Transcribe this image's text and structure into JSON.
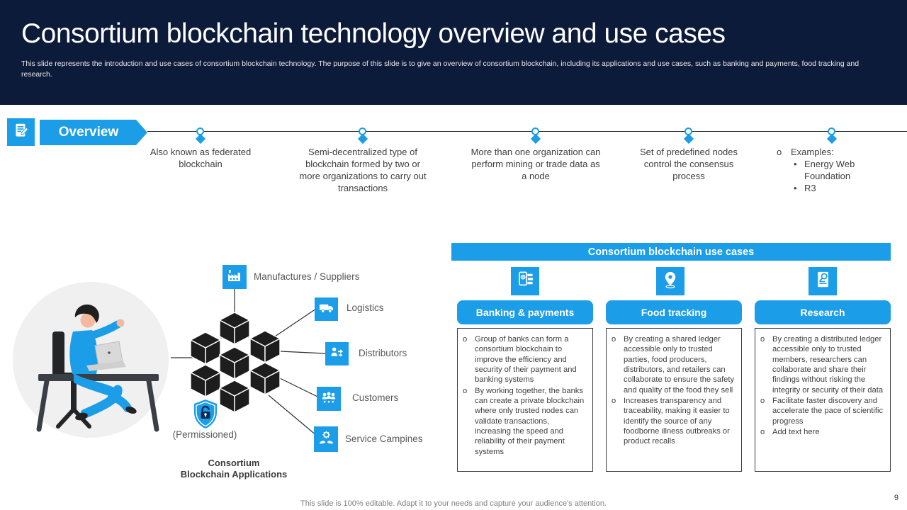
{
  "colors": {
    "accent_blue": "#1B9DE8",
    "header_navy": "#0D1B3A",
    "label_gray": "#595959",
    "body_text": "#3F3F3F",
    "cube_black": "#1D1D1D"
  },
  "header": {
    "title": "Consortium blockchain technology overview and use cases",
    "subtitle": "This slide represents the introduction and use cases of consortium blockchain technology. The purpose of this slide is to give an overview of consortium blockchain, including its applications and use cases, such as banking and payments, food tracking and research."
  },
  "overview": {
    "label": "Overview",
    "icon": "notepad-pencil-icon",
    "items": [
      "Also known as federated blockchain",
      "Semi-decentralized type of blockchain formed by two or more organizations to carry out transactions",
      "More than one organization can perform mining or trade data as a node",
      "Set of predefined nodes control the consensus process"
    ],
    "examples_label": "Examples:",
    "examples": [
      "Energy Web Foundation",
      "R3"
    ]
  },
  "diagram": {
    "nodes": [
      {
        "label": "Manufactures / Suppliers",
        "icon": "factory-icon"
      },
      {
        "label": "Logistics",
        "icon": "truck-icon"
      },
      {
        "label": "Distributors",
        "icon": "distribution-icon"
      },
      {
        "label": "Customers",
        "icon": "customers-group-icon"
      },
      {
        "label": "Service Campines",
        "icon": "hands-gear-icon"
      }
    ],
    "shield_icon": "shield-lock-icon",
    "permission_label": "(Permissioned)",
    "caption_line1": "Consortium",
    "caption_line2": "Blockchain Applications"
  },
  "use_cases": {
    "banner": "Consortium blockchain use cases",
    "columns": [
      {
        "icon": "mobile-banking-icon",
        "header": "Banking & payments",
        "bullets": [
          "Group of banks can form a consortium blockchain to improve the efficiency and security of their payment and banking systems",
          "By working together, the banks can create a private blockchain where only trusted nodes can validate transactions, increasing the speed and reliability of their payment systems"
        ]
      },
      {
        "icon": "location-pin-icon",
        "header": "Food tracking",
        "bullets": [
          "By creating a shared ledger accessible only to trusted parties, food producers, distributors, and retailers can collaborate to ensure the safety and quality of the food they sell",
          "Increases transparency and traceability, making it easier to identify the source of any foodborne illness outbreaks or product recalls"
        ]
      },
      {
        "icon": "research-document-icon",
        "header": "Research",
        "bullets": [
          "By creating a distributed ledger accessible only to trusted members, researchers can collaborate and share their findings without risking the integrity or security of their data",
          "Facilitate faster discovery and accelerate the pace of scientific progress",
          "Add text here"
        ]
      }
    ]
  },
  "footer": {
    "note": "This slide is 100% editable. Adapt it to your needs and capture your audience's attention.",
    "page_number": "9"
  }
}
